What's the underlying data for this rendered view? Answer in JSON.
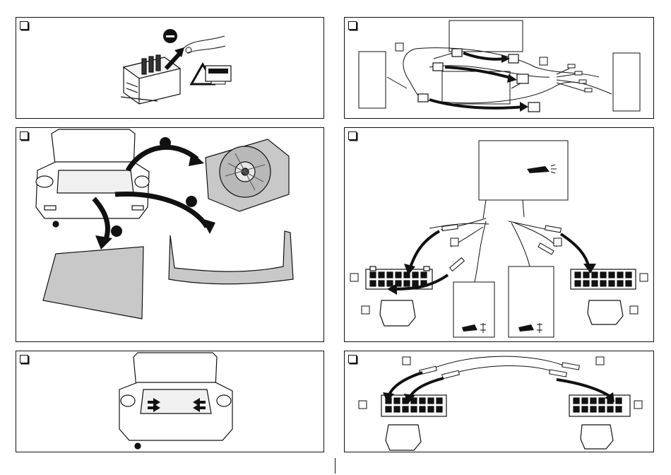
{
  "page": {
    "title": "",
    "background": "#ffffff",
    "line_color": "#111111",
    "fill_gray": "#d0d0d0"
  },
  "panels": [
    {
      "id": "battery-disconnect",
      "icons": [
        "battery-icon",
        "minus-terminal-icon",
        "warning-triangle-icon",
        "radio-code-card-icon"
      ]
    },
    {
      "id": "wiring-harness-routing",
      "icons": [
        "connector-icon",
        "curved-arrow-icon"
      ]
    },
    {
      "id": "trunk-trim-removal",
      "icons": [
        "car-rear-icon",
        "spare-wheel-cover-icon",
        "trunk-floor-mat-icon",
        "rear-trim-panel-icon",
        "curved-arrow-icon"
      ]
    },
    {
      "id": "rear-fog-pin-insertion",
      "icons": [
        "pin-terminal-icon",
        "connector-block-icon",
        "rear-fog-light-symbol-icon"
      ]
    },
    {
      "id": "side-trim-clips",
      "icons": [
        "car-rear-icon",
        "clip-arrow-icon"
      ]
    },
    {
      "id": "terminal-insertion",
      "icons": [
        "pin-terminal-icon",
        "connector-block-icon"
      ]
    }
  ]
}
